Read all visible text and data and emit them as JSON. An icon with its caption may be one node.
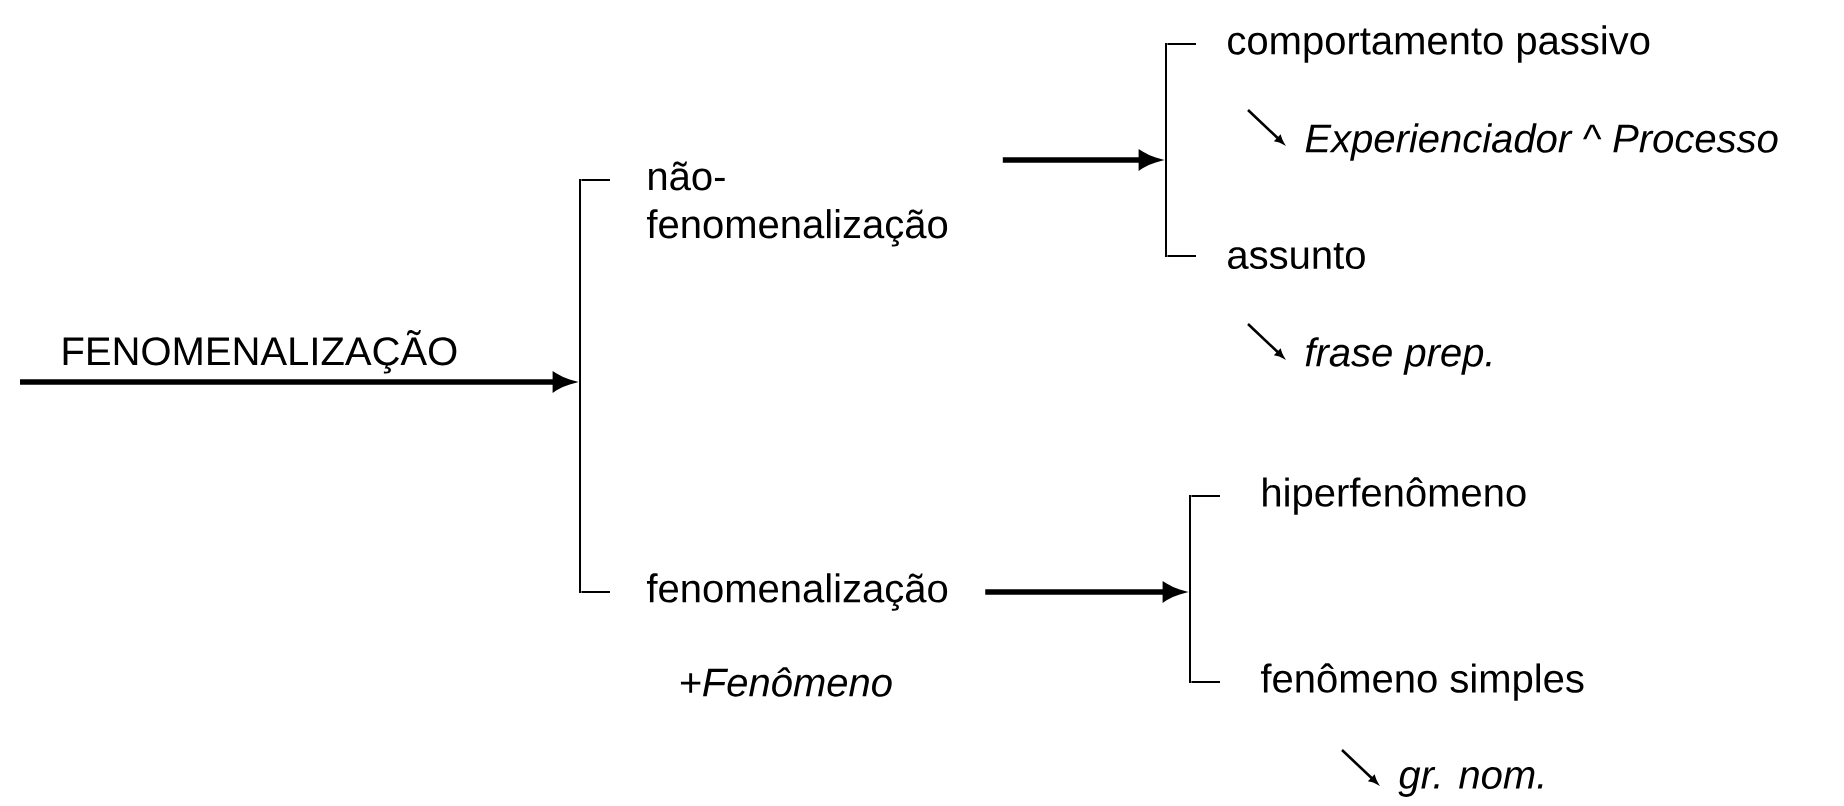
{
  "diagram": {
    "nodes": [
      {
        "text": [
          "FENOMENALIZAÇÃO"
        ]
      },
      {
        "text": [],
        "shape": "bar"
      },
      {
        "text": [
          "não- fenomenalização"
        ]
      },
      {
        "text": [
          "fenomenalização"
        ],
        "beside": [
          "+*Fenômeno*"
        ]
      },
      {
        "text": [],
        "shape": "bar"
      },
      {
        "text": [
          "comportamento passivo"
        ],
        "beside": [
          "*Experienciador* ^ *Processo*"
        ]
      },
      {
        "text": [
          "assunto"
        ],
        "beside": [
          "*frase prep.*"
        ]
      },
      {
        "text": [],
        "shape": "bar"
      },
      {
        "text": [
          "hiperfenômeno"
        ]
      },
      {
        "text": [
          "fenômeno simples"
        ],
        "beside": [
          "*gr. nom.*"
        ]
      }
    ],
    "edges": [
      {
        "from": 0,
        "to": 1,
        "arrow": "to",
        "style": "thick"
      },
      {
        "from": 1,
        "to": 2,
        "arrow": "none"
      },
      {
        "from": 1,
        "to": 3,
        "arrow": "none"
      },
      {
        "from": 2,
        "to": 4,
        "arrow": "to",
        "style": "thick"
      },
      {
        "from": 4,
        "to": 5,
        "arrow": "none"
      },
      {
        "from": 4,
        "to": 6,
        "arrow": "none"
      },
      {
        "from": 3,
        "to": 7,
        "arrow": "to",
        "style": "thick"
      },
      {
        "from": 7,
        "to": 8,
        "arrow": "none"
      },
      {
        "from": 7,
        "to": 9,
        "arrow": "none"
      }
    ]
  }
}
